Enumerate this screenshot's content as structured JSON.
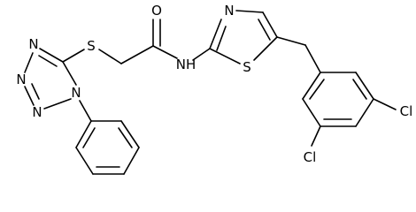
{
  "structure": {
    "atom_labels": {
      "n_tz1": "N",
      "n_tz2": "N",
      "n_tz3": "N",
      "n_tz4": "N",
      "s_thioether": "S",
      "o_carbonyl": "O",
      "nh_amide": "NH",
      "n_thiazole": "N",
      "s_thiazole": "S",
      "cl_upper": "Cl",
      "cl_lower": "Cl"
    }
  }
}
